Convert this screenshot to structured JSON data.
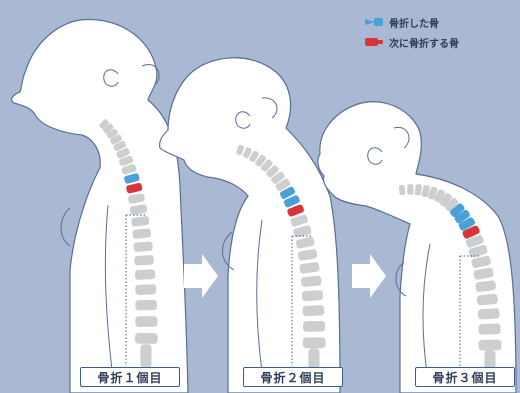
{
  "colors": {
    "background": "#a9b9d3",
    "body": "#ffffff",
    "outline": "#5a6e94",
    "vertebra": "#cdced0",
    "fractured": "#4aa0d8",
    "next_fracture": "#d8343a",
    "label_border": "#3f5d8c"
  },
  "legend": {
    "fractured_label": "骨折した骨",
    "next_label": "次に骨折する骨",
    "fractured_icon": "fractured-vertebra-icon",
    "next_icon": "next-fracture-vertebra-icon"
  },
  "panels": [
    {
      "label": "骨折１個目",
      "fractured_count": 1
    },
    {
      "label": "骨折２個目",
      "fractured_count": 2
    },
    {
      "label": "骨折３個目",
      "fractured_count": 3
    }
  ],
  "arrows": [
    "right-arrow-icon",
    "right-arrow-icon"
  ]
}
